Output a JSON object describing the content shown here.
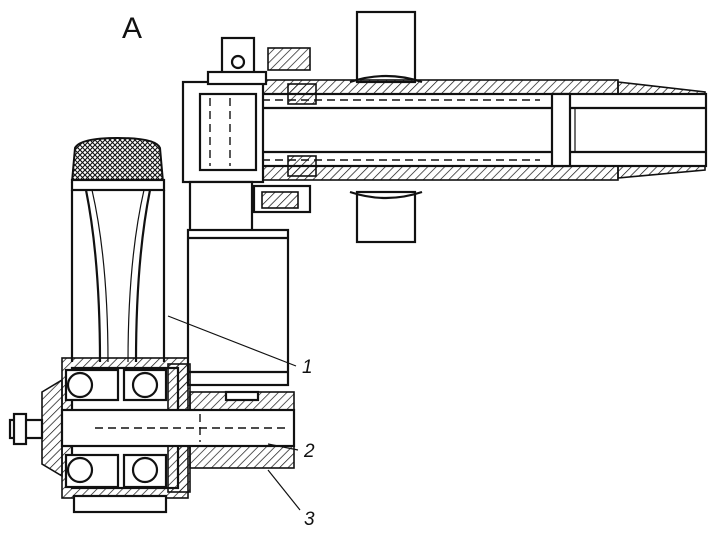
{
  "view_label": "A",
  "callouts": [
    {
      "id": "1",
      "text": "1"
    },
    {
      "id": "2",
      "text": "2"
    },
    {
      "id": "3",
      "text": "3"
    }
  ],
  "colors": {
    "ink": "#111111",
    "paper": "#ffffff"
  }
}
